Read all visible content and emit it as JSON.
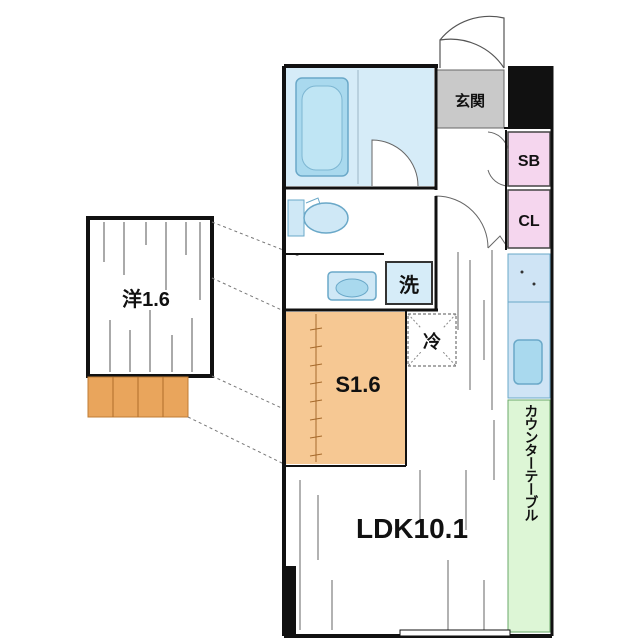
{
  "rooms": {
    "genkan": "玄関",
    "sb": "SB",
    "cl": "CL",
    "wash": "洗",
    "fridge": "冷",
    "service_room": "S1.6",
    "western_room": "洋1.6",
    "ldk": "LDK10.1",
    "counter_line1": "カウンター",
    "counter_line2": "テーブル"
  },
  "colors": {
    "bath": "#d6ecf8",
    "bath_fixture": "#a9d9ee",
    "genkan": "#c9c9c9",
    "storage": "#f5d6ee",
    "service_room": "#f6c893",
    "stairs": "#e9a55c",
    "counter": "#ddf6d6",
    "kitchen": "#cfe4f5",
    "wall": "#111111"
  }
}
